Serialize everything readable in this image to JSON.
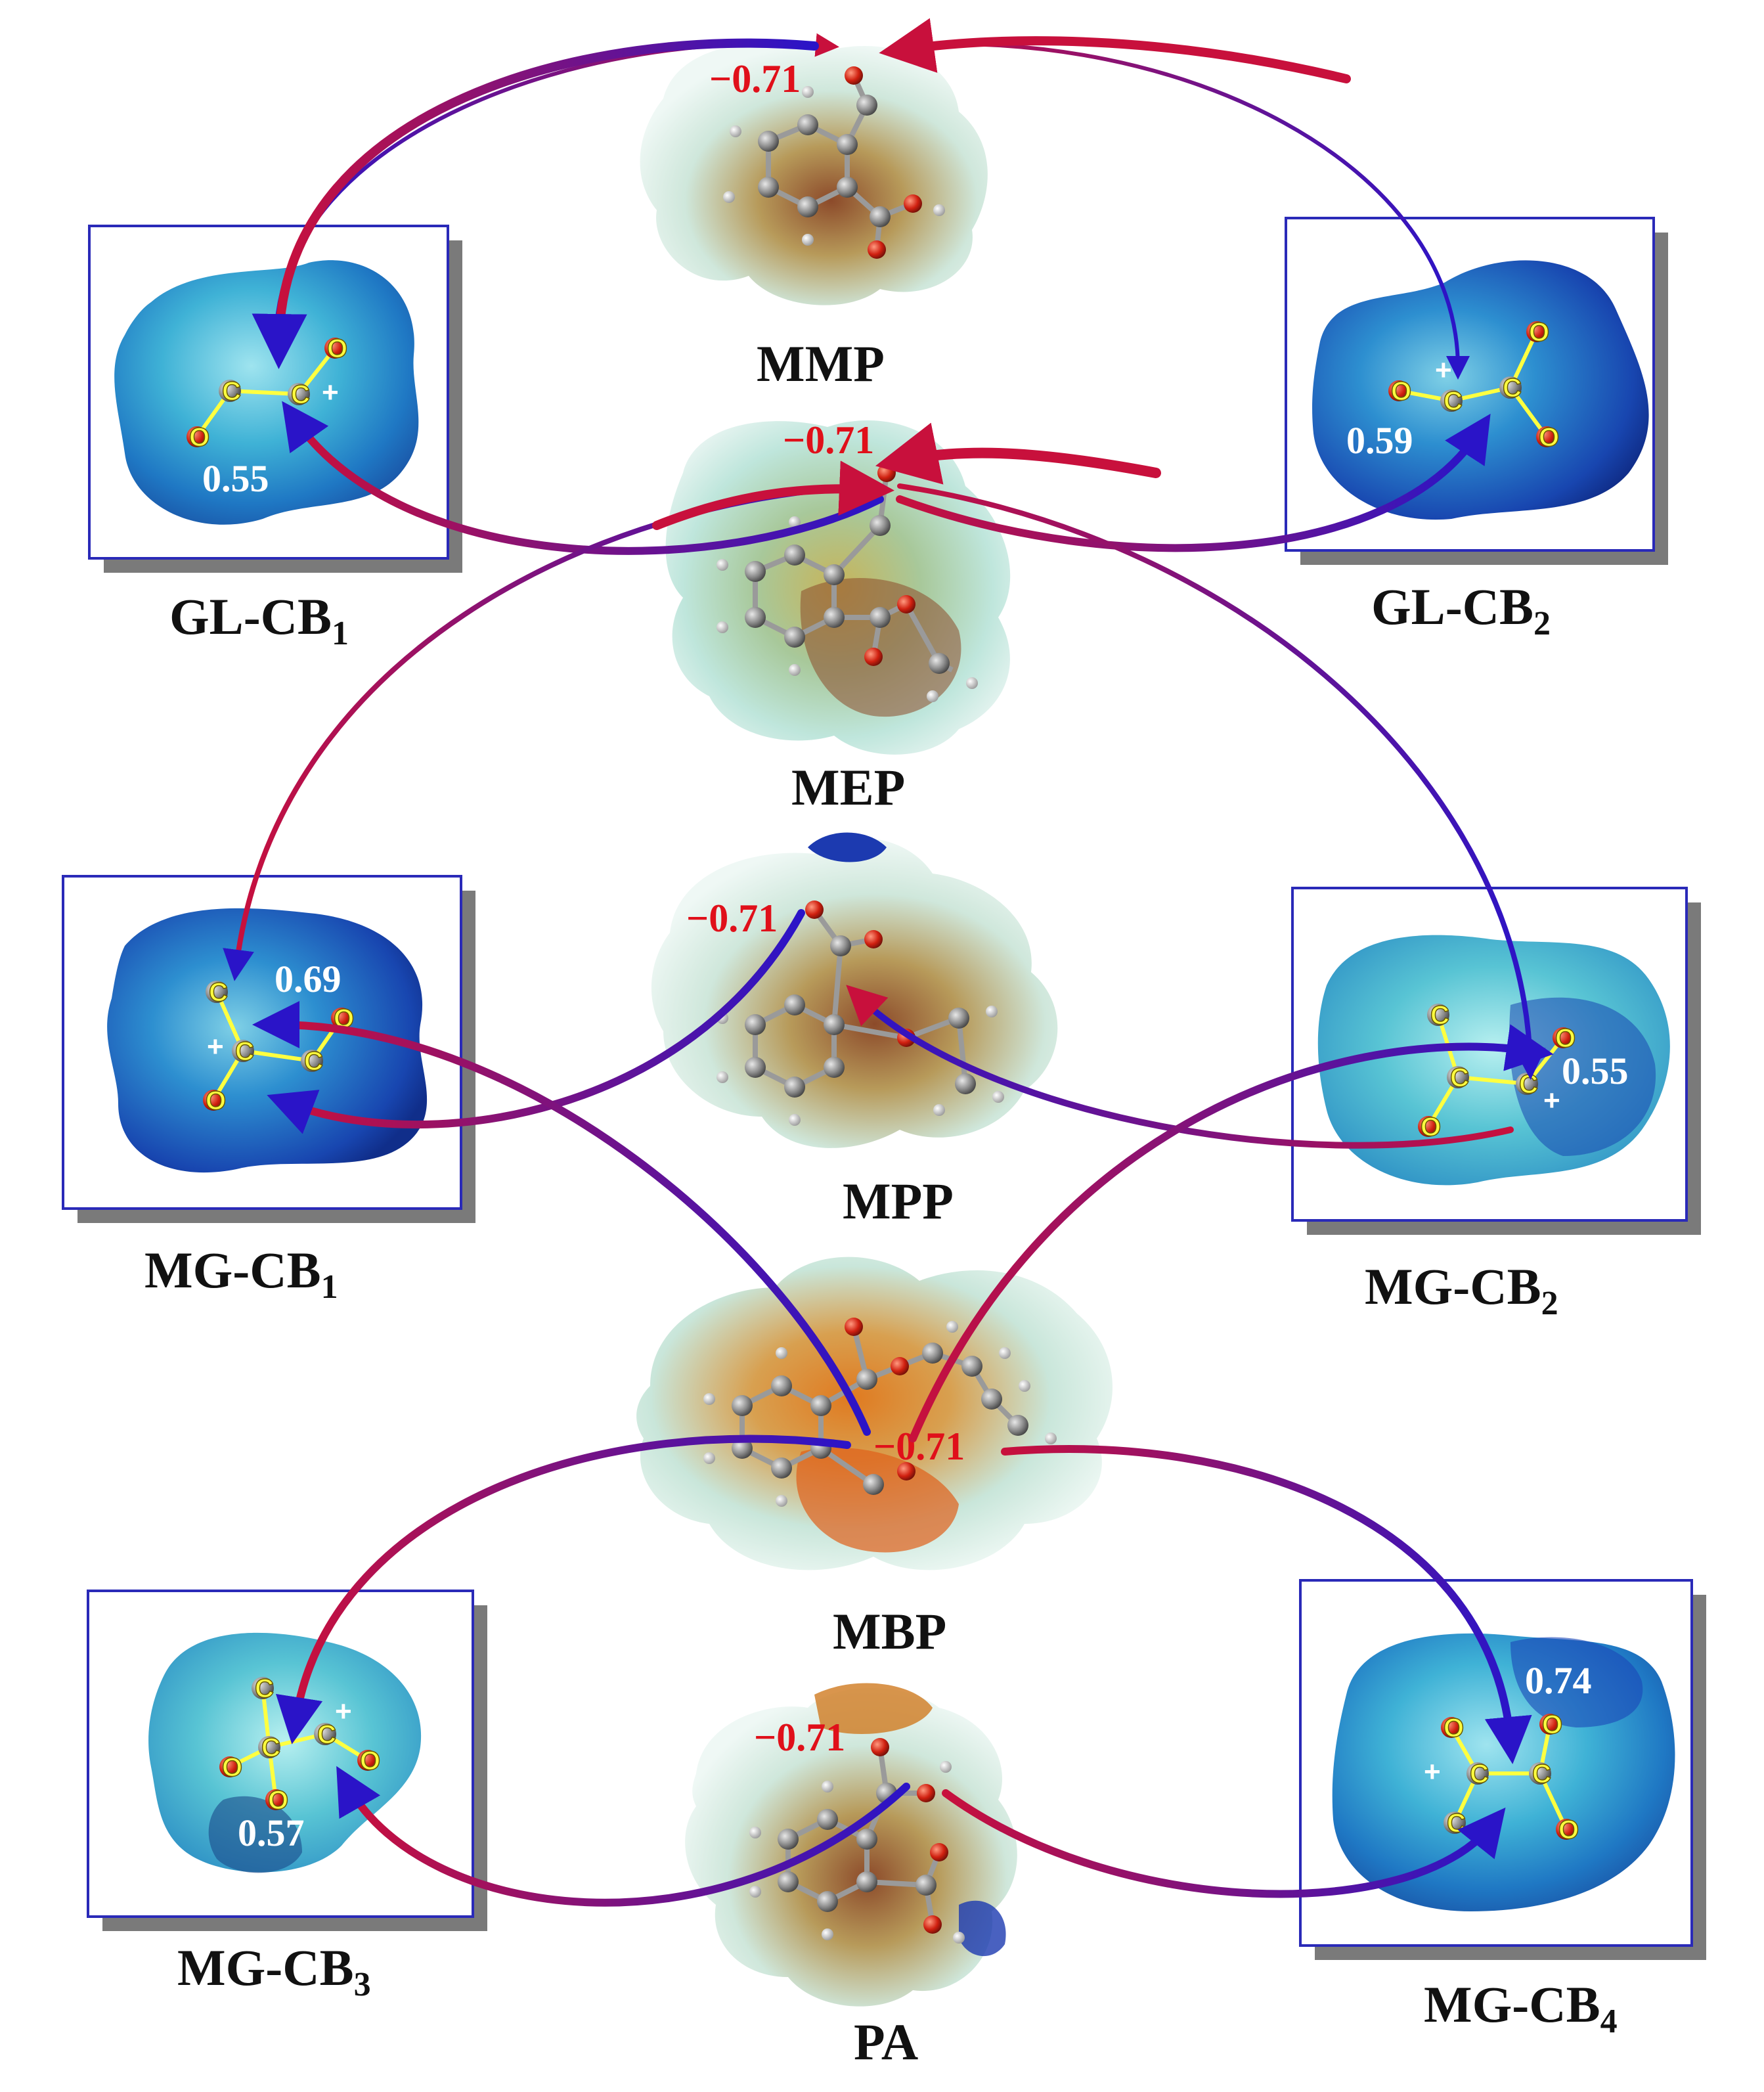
{
  "center_molecules": [
    {
      "label": "MMP",
      "charge": "−0.71"
    },
    {
      "label": "MEP",
      "charge": "−0.71"
    },
    {
      "label": "MPP",
      "charge": "−0.71"
    },
    {
      "label": "MBP",
      "charge": "−0.71"
    },
    {
      "label": "PA",
      "charge": "−0.71"
    }
  ],
  "carbocations": [
    {
      "label": "GL-CB",
      "subscript": "1",
      "charge": "0.55"
    },
    {
      "label": "GL-CB",
      "subscript": "2",
      "charge": "0.59"
    },
    {
      "label": "MG-CB",
      "subscript": "1",
      "charge": "0.69"
    },
    {
      "label": "MG-CB",
      "subscript": "2",
      "charge": "0.55"
    },
    {
      "label": "MG-CB",
      "subscript": "3",
      "charge": "0.57"
    },
    {
      "label": "MG-CB",
      "subscript": "4",
      "charge": "0.74"
    }
  ],
  "atom_symbols": {
    "carbon": "C",
    "oxygen": "O",
    "plus": "+"
  },
  "colors": {
    "nucleophile_arrow": "#c8103c",
    "electrophile_arrow": "#2a14c8",
    "box_border": "#2a2ab8",
    "box_shadow": "#7a7a7a",
    "negative_label": "#e0101a",
    "positive_label": "#ffffff"
  }
}
